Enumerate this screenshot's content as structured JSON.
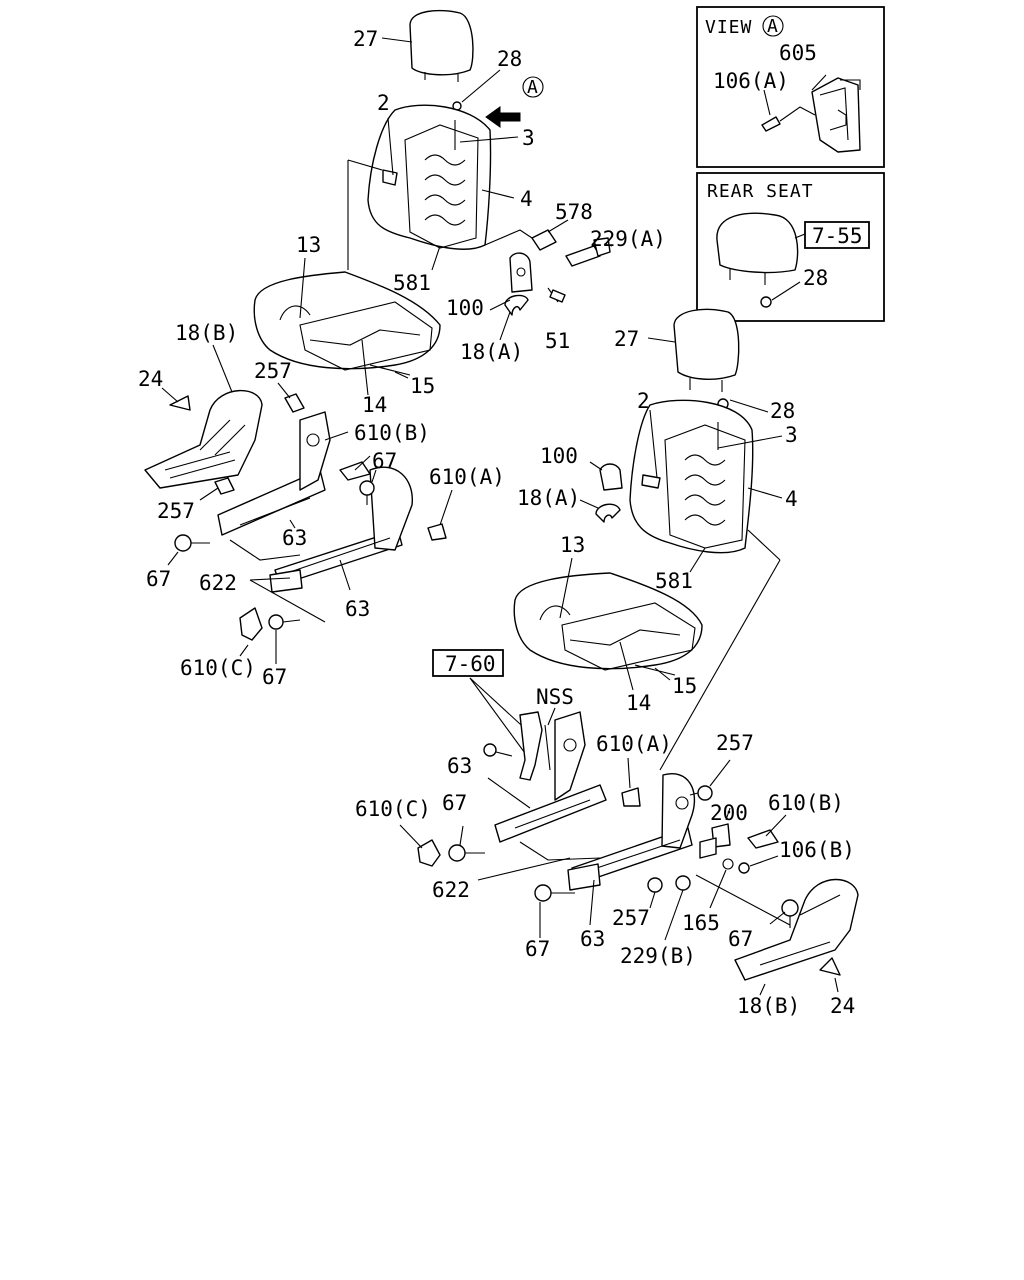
{
  "view_box": {
    "title": "VIEW",
    "marker": "A",
    "labels": [
      "605",
      "106(A)"
    ]
  },
  "rear_seat_box": {
    "title": "REAR SEAT",
    "ref": "7-55",
    "labels": [
      "28"
    ]
  },
  "direction_marker": "A",
  "ref_box": "7-60",
  "labels": {
    "l27a": "27",
    "l28a": "28",
    "l2a": "2",
    "l3a": "3",
    "l4a": "4",
    "l578": "578",
    "l229a": "229(A)",
    "l581a": "581",
    "l13a": "13",
    "l100a": "100",
    "l51": "51",
    "l18a_a": "18(A)",
    "l15a": "15",
    "l14a": "14",
    "l18b_a": "18(B)",
    "l24a": "24",
    "l257a": "257",
    "l610b_a": "610(B)",
    "l67a": "67",
    "l610a_a": "610(A)",
    "l257b": "257",
    "l63a": "63",
    "l67b": "67",
    "l622a": "622",
    "l63b": "63",
    "l610c_a": "610(C)",
    "l67c": "67",
    "l27b": "27",
    "l28b": "28",
    "l2b": "2",
    "l3b": "3",
    "l4b": "4",
    "l100b": "100",
    "l18a_b": "18(A)",
    "l581b": "581",
    "l13b": "13",
    "l14b": "14",
    "l15b": "15",
    "lnss": "NSS",
    "l63c": "63",
    "l610a_b": "610(A)",
    "l257c": "257",
    "l610c_b": "610(C)",
    "l67d": "67",
    "l622b": "622",
    "l200": "200",
    "l610b_b": "610(B)",
    "l106b": "106(B)",
    "l257d": "257",
    "l165": "165",
    "l67e": "67",
    "l67f": "67",
    "l63d": "63",
    "l229b": "229(B)",
    "l18b_b": "18(B)",
    "l24b": "24"
  }
}
